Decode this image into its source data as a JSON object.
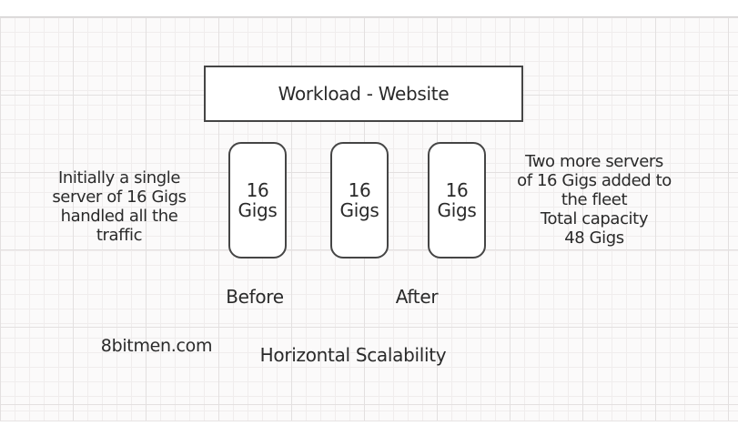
{
  "diagram": {
    "title": "Horizontal Scalability",
    "watermark": "8bitmen.com",
    "workload": {
      "label": "Workload - Website"
    },
    "servers": [
      {
        "capacity": "16",
        "unit": "Gigs"
      },
      {
        "capacity": "16",
        "unit": "Gigs"
      },
      {
        "capacity": "16",
        "unit": "Gigs"
      }
    ],
    "stage_labels": {
      "before": "Before",
      "after": "After"
    },
    "left_note": {
      "lines": [
        "Initially a single",
        "server of 16 Gigs",
        "handled all the",
        "traffic"
      ]
    },
    "right_note": {
      "lines": [
        "Two more servers",
        "of 16 Gigs added to",
        "the fleet",
        "Total capacity",
        "48 Gigs"
      ]
    },
    "colors": {
      "ink": "#2a2a2a",
      "box_border": "#454545",
      "box_fill": "#ffffff",
      "paper": "#fbfafa",
      "grid_minor": "#f0eded",
      "grid_major": "#e3e0e0"
    }
  }
}
